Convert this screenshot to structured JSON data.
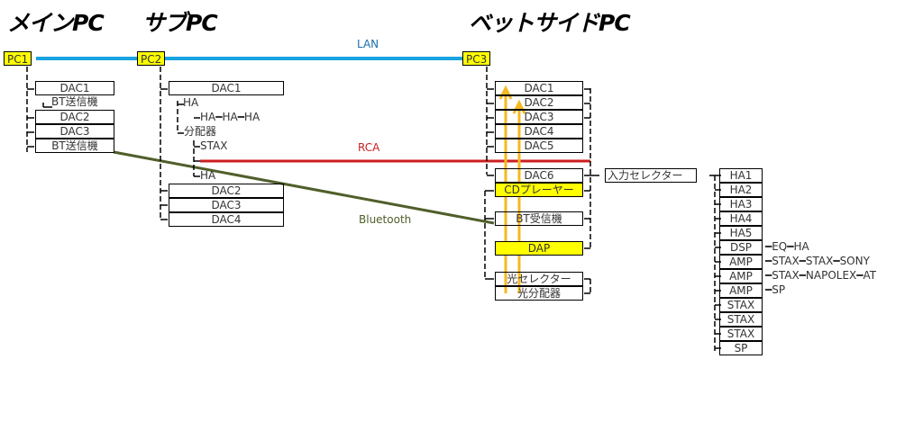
{
  "titles": {
    "main": "メインPC",
    "sub": "サブPC",
    "bedside": "ベットサイドPC"
  },
  "connections": {
    "lan": {
      "label": "LAN",
      "color": "#1aa3e0"
    },
    "rca": {
      "label": "RCA",
      "color": "#cc1f1f"
    },
    "bluetooth": {
      "label": "Bluetooth",
      "color": "#4f5f2a"
    },
    "optical": {
      "color": "#f6b820"
    }
  },
  "pc1": {
    "label": "PC1",
    "items": [
      "DAC1",
      "BT送信機",
      "DAC2",
      "DAC3",
      "BT送信機"
    ]
  },
  "pc2": {
    "label": "PC2",
    "dac1": "DAC1",
    "ha": "HA",
    "ha_chain": "HA━HA━HA",
    "splitter": "分配器",
    "stax": "STAX",
    "ha2": "HA",
    "items": [
      "DAC2",
      "DAC3",
      "DAC4"
    ]
  },
  "pc3": {
    "label": "PC3",
    "dacs": [
      "DAC1",
      "DAC2",
      "DAC3",
      "DAC4",
      "DAC5",
      "DAC6"
    ],
    "cd": "CDプレーヤー",
    "bt_rx": "BT受信機",
    "dap": "DAP",
    "opt_sel": "光セレクター",
    "opt_split": "光分配器",
    "input_selector": "入力セレクター"
  },
  "outputs": [
    {
      "label": "HA1",
      "chain": ""
    },
    {
      "label": "HA2",
      "chain": ""
    },
    {
      "label": "HA3",
      "chain": ""
    },
    {
      "label": "HA4",
      "chain": ""
    },
    {
      "label": "HA5",
      "chain": ""
    },
    {
      "label": "DSP",
      "chain": "━EQ━HA"
    },
    {
      "label": "AMP",
      "chain": "━STAX━STAX━SONY"
    },
    {
      "label": "AMP",
      "chain": "━STAX━NAPOLEX━AT"
    },
    {
      "label": "AMP",
      "chain": "━SP"
    },
    {
      "label": "STAX",
      "chain": ""
    },
    {
      "label": "STAX",
      "chain": ""
    },
    {
      "label": "STAX",
      "chain": ""
    },
    {
      "label": "SP",
      "chain": ""
    }
  ]
}
